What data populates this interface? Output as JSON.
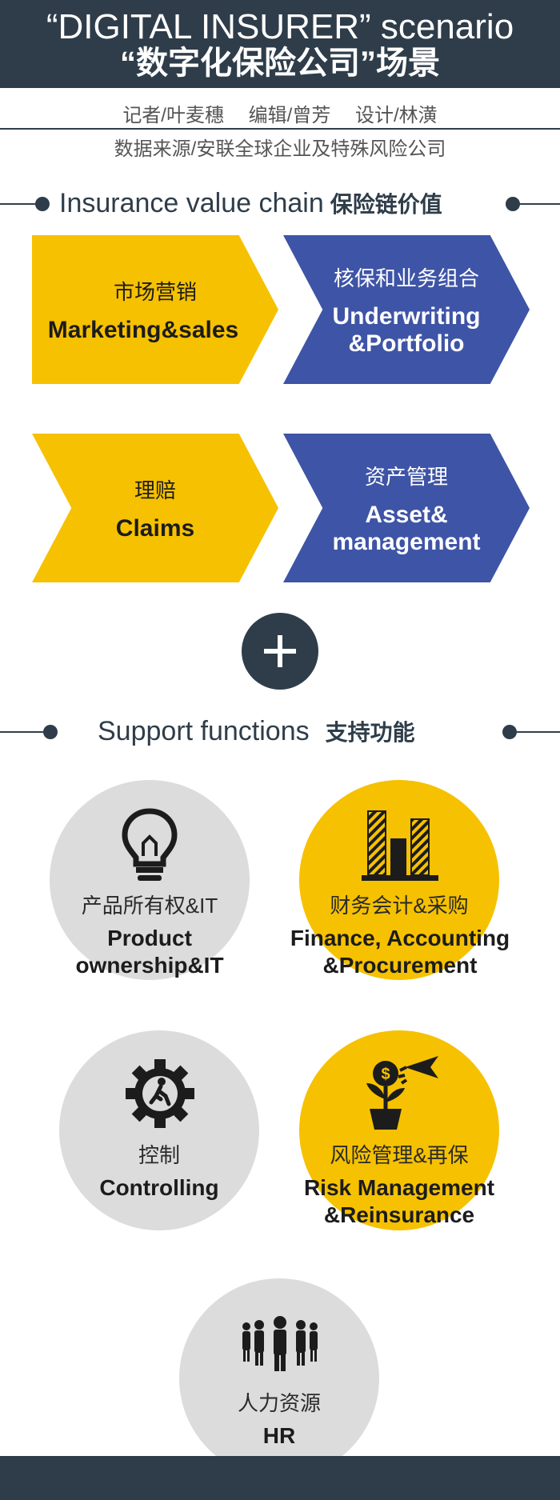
{
  "header": {
    "title_en": "“DIGITAL INSURER” scenario",
    "title_zh": "“数字化保险公司”场景"
  },
  "credits": {
    "reporter": "记者/叶麦穗",
    "editor": "编辑/曾芳",
    "design": "设计/林潢",
    "source": "数据来源/安联全球企业及特殊风险公司"
  },
  "value_chain": {
    "title_en": "Insurance value chain",
    "title_zh": "保险链价值",
    "items": [
      {
        "zh": "市场营销",
        "en": "Marketing&sales",
        "color": "#f6c100"
      },
      {
        "zh": "核保和业务组合",
        "en": "Underwriting\n&Portfolio",
        "color": "#3e54a6"
      },
      {
        "zh": "理赔",
        "en": "Claims",
        "color": "#f6c100"
      },
      {
        "zh": "资产管理",
        "en": "Asset&\nmanagement",
        "color": "#3e54a6"
      }
    ]
  },
  "support": {
    "title_en": "Support functions",
    "title_zh": "支持功能",
    "items": [
      {
        "zh": "产品所有权&IT",
        "en": "Product\nownership&IT",
        "icon": "lightbulb-icon"
      },
      {
        "zh": "财务会计&采购",
        "en": "Finance, Accounting\n&Procurement",
        "icon": "bar-chart-icon"
      },
      {
        "zh": "控制",
        "en": "Controlling",
        "icon": "gear-person-icon"
      },
      {
        "zh": "风险管理&再保",
        "en": "Risk Management\n&Reinsurance",
        "icon": "money-plant-icon"
      },
      {
        "zh": "人力资源",
        "en": "HR",
        "icon": "people-group-icon"
      }
    ]
  },
  "colors": {
    "navy": "#2f3d4a",
    "yellow": "#f6c100",
    "blue": "#3e54a6",
    "gray": "#dcdcdc"
  }
}
